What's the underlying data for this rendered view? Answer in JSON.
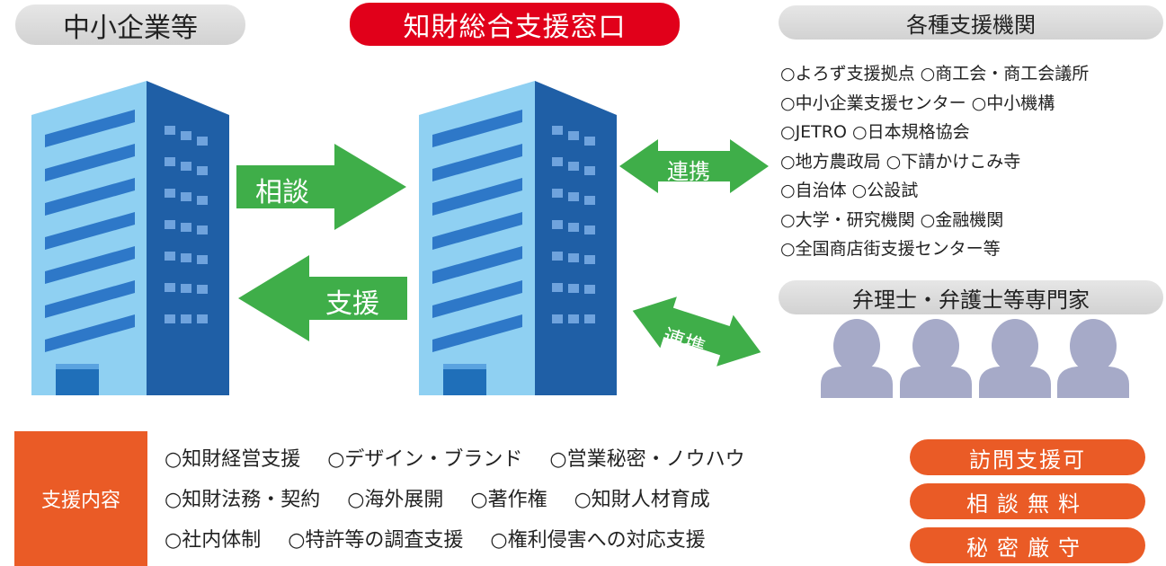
{
  "headers": {
    "sme": "中小企業等",
    "window": "知財総合支援窓口",
    "agencies": "各種支援機関",
    "experts": "弁理士・弁護士等専門家"
  },
  "arrows": {
    "consult": "相談",
    "support": "支援",
    "link_agencies": "連携",
    "link_experts": "連携"
  },
  "agencies_list": [
    "○よろず支援拠点 ○商工会・商工会議所",
    "○中小企業支援センター ○中小機構",
    "○JETRO ○日本規格協会",
    "○地方農政局 ○下請かけこみ寺",
    "○自治体 ○公設試",
    "○大学・研究機関 ○金融機関",
    "○全国商店街支援センター等"
  ],
  "support_content": {
    "label": "支援内容",
    "rows": [
      [
        "○知財経営支援",
        "○デザイン・ブランド",
        "○営業秘密・ノウハウ"
      ],
      [
        "○知財法務・契約",
        "○海外展開",
        "○著作権",
        "○知財人材育成"
      ],
      [
        "○社内体制",
        "○特許等の調査支援",
        "○権利侵害への対応支援"
      ]
    ]
  },
  "badges": [
    "訪問支援可",
    "相談無料",
    "秘密厳守"
  ],
  "colors": {
    "red": "#e1001a",
    "orange": "#ea5b26",
    "green": "#3fae49",
    "building_dark": "#1f5fa6",
    "building_light": "#8fd0f2",
    "person": "#a6aac8",
    "pill_gray": "#d9d9d9"
  }
}
